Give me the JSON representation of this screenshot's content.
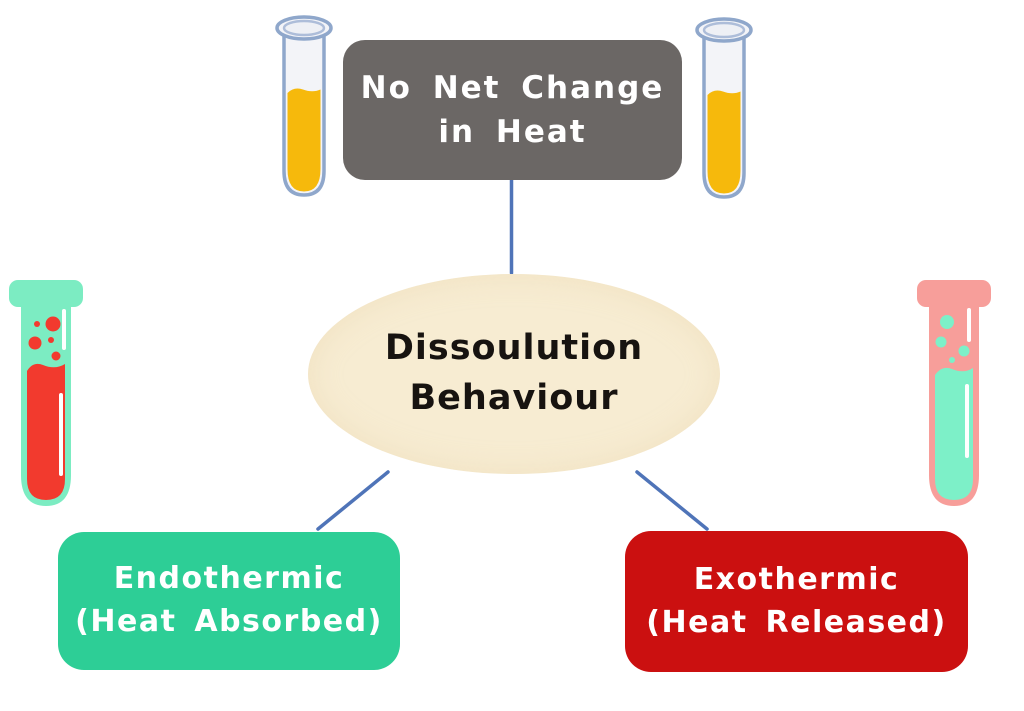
{
  "nodes": {
    "top": {
      "line1": "No Net Change",
      "line2": "in Heat",
      "bg": "#6b6765",
      "text_color": "#ffffff"
    },
    "center": {
      "line1": "Dissoulution",
      "line2": "Behaviour",
      "bg": "#f7ecd2",
      "text_color": "#171310"
    },
    "left": {
      "line1": "Endothermic",
      "line2": "(Heat Absorbed)",
      "bg": "#2dce96",
      "text_color": "#ffffff"
    },
    "right": {
      "line1": "Exothermic",
      "line2": "(Heat Released)",
      "bg": "#cb1010",
      "text_color": "#ffffff"
    }
  },
  "connectors": {
    "color": "#4f74b8"
  },
  "icons": {
    "top_left_tube": "glass-test-tube-with-yellow-liquid",
    "top_right_tube": "glass-test-tube-with-yellow-liquid",
    "left_tube": "teal-test-tube-with-red-liquid-and-bubbles",
    "right_tube": "pink-test-tube-with-green-liquid-and-bubbles"
  },
  "palette": {
    "glass_stroke": "#8fa7cb",
    "glass_fill": "#f3f4f8",
    "glass_inner": "#eef0f5",
    "glass_inner_stroke": "#adbdd9",
    "yellow_liquid": "#f6b90c",
    "teal_tube": "#7cecc2",
    "red_liquid": "#f23a2e",
    "pink_tube": "#f79e9a",
    "green_liquid": "#7df0c8",
    "highlight": "#ffffff"
  }
}
